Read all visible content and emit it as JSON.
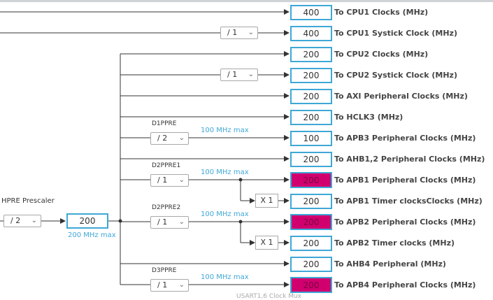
{
  "hpre": {
    "label": "HPRE Prescaler",
    "value": "/ 2",
    "output": "200",
    "max": "200 MHz max"
  },
  "prescalers": {
    "d1ppre": {
      "label": "D1PPRE",
      "value": "/ 2",
      "max": "100 MHz max"
    },
    "d2ppre1": {
      "label": "D2PPRE1",
      "value": "/ 1",
      "max": "100 MHz max"
    },
    "d2ppre2": {
      "label": "D2PPRE2",
      "value": "/ 1",
      "max": "100 MHz max"
    },
    "d3ppre": {
      "label": "D3PPRE",
      "value": "/ 1",
      "max": "100 MHz max"
    }
  },
  "systick": {
    "cpu1_divider": "/ 1",
    "cpu2_divider": "/ 1"
  },
  "multipliers": {
    "apb1_timer": "X 1",
    "apb2_timer": "X 1"
  },
  "outputs": [
    {
      "value": "400",
      "label": "To CPU1 Clocks (MHz)",
      "status": "ok"
    },
    {
      "value": "400",
      "label": "To CPU1 Systick Clock (MHz)",
      "status": "ok"
    },
    {
      "value": "200",
      "label": "To CPU2 Clocks (MHz)",
      "status": "ok"
    },
    {
      "value": "200",
      "label": "To CPU2 Systick Clock (MHz)",
      "status": "ok"
    },
    {
      "value": "200",
      "label": "To AXI Peripheral Clocks (MHz)",
      "status": "ok"
    },
    {
      "value": "200",
      "label": "To HCLK3 (MHz)",
      "status": "ok"
    },
    {
      "value": "100",
      "label": "To APB3 Peripheral Clocks (MHz)",
      "status": "ok"
    },
    {
      "value": "200",
      "label": "To AHB1,2 Peripheral Clocks (MHz)",
      "status": "ok"
    },
    {
      "value": "200",
      "label": "To APB1 Peripheral Clocks (MHz)",
      "status": "error"
    },
    {
      "value": "200",
      "label": "To APB1 Timer clocksClocks (MHz)",
      "status": "ok"
    },
    {
      "value": "200",
      "label": "To APB2 Peripheral Clocks (MHz)",
      "status": "error"
    },
    {
      "value": "200",
      "label": "To APB2 Timer clocks (MHz)",
      "status": "ok"
    },
    {
      "value": "200",
      "label": "To AHB4 Peripheral (MHz)",
      "status": "ok"
    },
    {
      "value": "200",
      "label": "To APB4 Peripheral Clocks (MHz)",
      "status": "error"
    }
  ],
  "footer": {
    "partial_label": "USART1,6 Clock Mux"
  },
  "colors": {
    "box_border": "#3fa7d6",
    "error_fill": "#d1006f",
    "max_text": "#3fa7d6",
    "wire": "#333333"
  }
}
